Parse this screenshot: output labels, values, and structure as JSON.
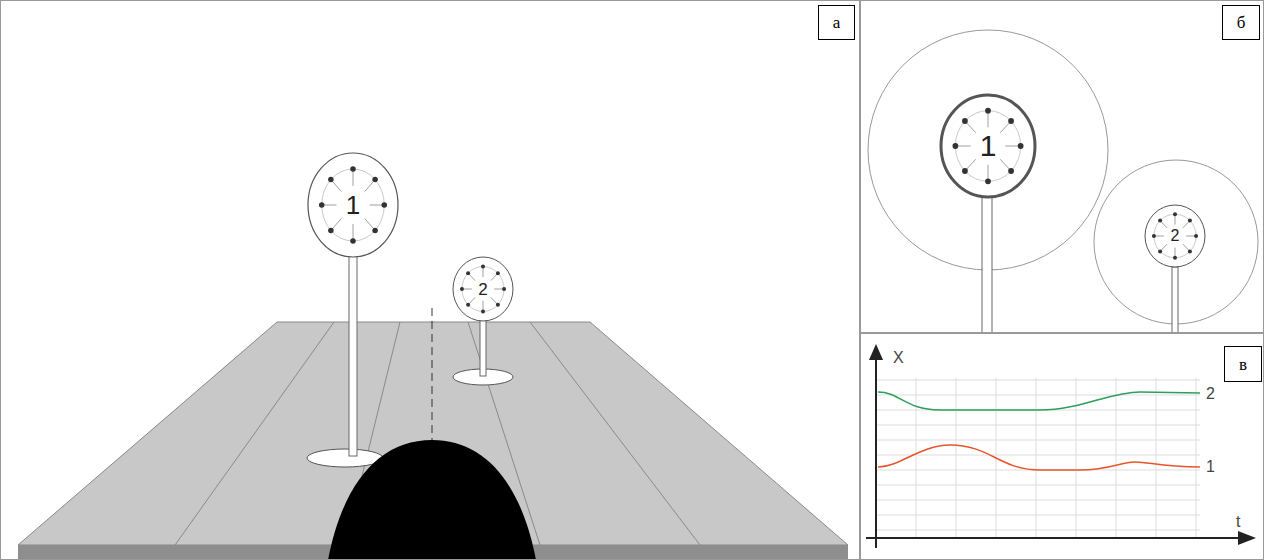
{
  "diagram": {
    "nodes": [
      {
        "text": [
          "а"
        ]
      },
      {
        "text": [
          "1"
        ]
      },
      {
        "text": [
          "2"
        ]
      },
      {
        "text": [
          "б"
        ]
      },
      {
        "text": [
          "1"
        ]
      },
      {
        "text": [
          "2"
        ]
      },
      {
        "text": [
          "в"
        ]
      }
    ],
    "labels": [
      "X",
      "t",
      "2",
      "1"
    ]
  }
}
